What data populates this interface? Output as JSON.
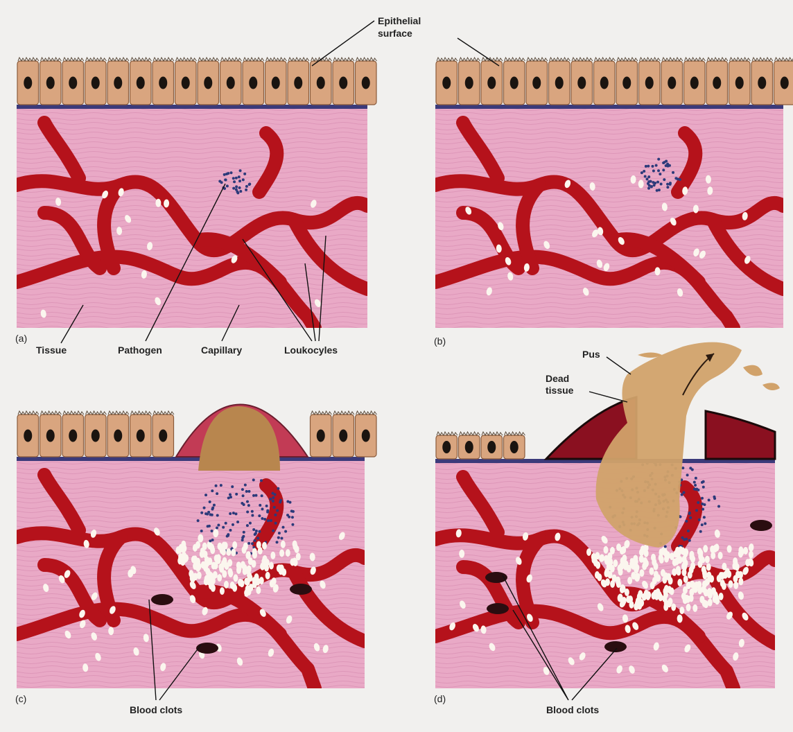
{
  "figure": {
    "panels": [
      {
        "id": "a",
        "letter": "(a)"
      },
      {
        "id": "b",
        "letter": "(b)"
      },
      {
        "id": "c",
        "letter": "(c)"
      },
      {
        "id": "d",
        "letter": "(d)"
      }
    ],
    "labels": {
      "epithelial_line1": "Epithelial",
      "epithelial_line2": "surface",
      "tissue": "Tissue",
      "pathogen": "Pathogen",
      "capillary": "Capillary",
      "leukocytes": "Loukocyles",
      "pus": "Pus",
      "dead_tissue_line1": "Dead",
      "dead_tissue_line2": "tissue",
      "blood_clots_c": "Blood clots",
      "blood_clots_d": "Blood clots"
    },
    "colors": {
      "background": "#f1f0ee",
      "tissue": "#e9a9c6",
      "tissue_stripe": "#d98fb2",
      "epithelial_cell": "#d9a57f",
      "epithelial_cell_edge": "#8a5a3a",
      "nucleus": "#1a1410",
      "basement_membrane": "#3b3a7a",
      "capillary": "#b5121b",
      "leukocyte": "#fbf6ee",
      "pathogen": "#2c3a7a",
      "pus": "#d1a26a",
      "inflamed_tissue": "#c23b55",
      "clot": "#2a0d10",
      "leader_line": "#111111"
    }
  }
}
